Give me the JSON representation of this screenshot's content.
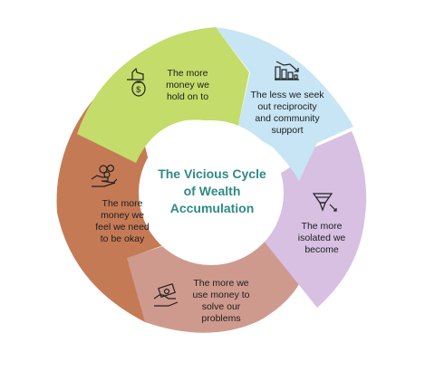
{
  "title": [
    "The Vicious Cycle",
    "of Wealth",
    "Accumulation"
  ],
  "colors": {
    "green": "#c4dc6a",
    "blue": "#c7e5f4",
    "lilac": "#d7c0e2",
    "rose": "#cf9a8e",
    "rust": "#c57a56",
    "center_text": "#2e8b84"
  },
  "steps": [
    {
      "lines": [
        "The more",
        "money we",
        "hold on to"
      ],
      "icon": "hand-money-bag-icon"
    },
    {
      "lines": [
        "The less we seek",
        "out reciprocity",
        "and community",
        "support"
      ],
      "icon": "declining-chart-icon"
    },
    {
      "lines": [
        "The more",
        "isolated we",
        "become"
      ],
      "icon": "funnel-icon"
    },
    {
      "lines": [
        "The more we",
        "use money to",
        "solve our",
        "problems"
      ],
      "icon": "hand-banknote-icon"
    },
    {
      "lines": [
        "The more",
        "money we",
        "feel we need",
        "to be okay"
      ],
      "icon": "hand-coins-icon"
    }
  ]
}
